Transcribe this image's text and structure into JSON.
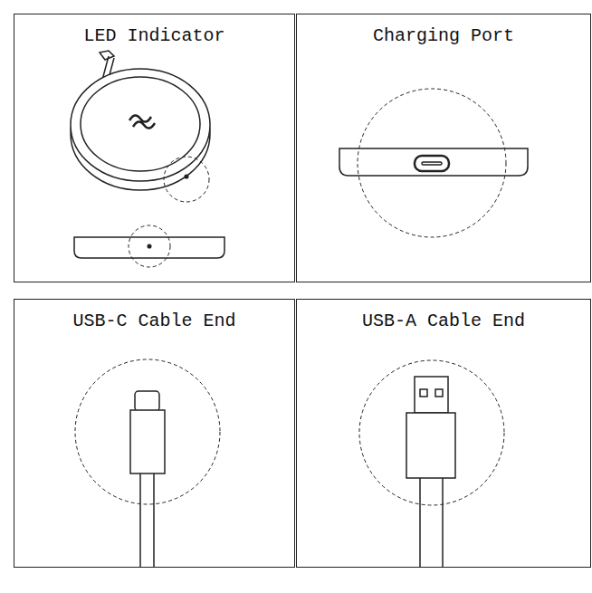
{
  "diagram": {
    "nodes": [
      {
        "text": [
          "LED Indicator"
        ]
      },
      {
        "text": [
          "Charging Port"
        ]
      },
      {
        "text": [
          "USB-C Cable End"
        ]
      },
      {
        "text": [
          "USB-A Cable End"
        ]
      }
    ]
  }
}
